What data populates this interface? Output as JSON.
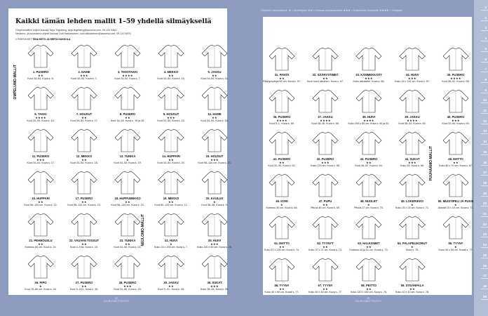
{
  "left": {
    "title": "Kaikki tämän lehden mallit 1–59 yhdellä silmäyksellä",
    "sub1": "Ompelumallien ohjeet kokoaa Tarja Tegelberg, tarja.tegelberg@sanoma.com, 09-120 5464.",
    "sub2": "Neulomo- ja puuhaamo-ohjeet kokoaa Outi Hakkarainen, outi.hakkarainen@sanoma.com, 09-120 5876.",
    "credit_label": "// PIIRROKSET",
    "credit_names": "TIINA KETO JA HEETA KUKKOLA",
    "section_sewing": "OMPELUMO-MALLIT",
    "section_knitting": "NEULOMO-MALLIT",
    "page_number": "52",
    "footer": "SUURI KÄSITYÖLEHTI"
  },
  "right": {
    "levels": "Ohjeiden vaikeustasot: ★ = Aloittelijalle ★★ = Hieman harrastaneelle ★★★ = Kokeneelle neulojalle ★★★★ = Taitajalle",
    "section_crafts": "PUUHAAMO-MALLIT",
    "page_number": "53",
    "footer": "SUURI KÄSITYÖLEHTI"
  },
  "ruler": [
    "1",
    "2",
    "3",
    "4",
    "5",
    "6",
    "7",
    "8",
    "9",
    "10",
    "11",
    "12",
    "13",
    "14",
    "15",
    "16",
    "17",
    "18",
    "19",
    "20",
    "21",
    "22",
    "23",
    "24",
    "25",
    "26",
    "27",
    "28",
    "29"
  ],
  "items_left": [
    {
      "name": "1. PUSERO",
      "stars": "★★",
      "desc": "Koot 34–54. Kuva s. 8."
    },
    {
      "name": "2. HAME",
      "stars": "★★★",
      "desc": "Koot 34–54. Kuva s. 7."
    },
    {
      "name": "3. TIKKITAKKI",
      "stars": "★★★★",
      "desc": "Koot 34–54. Kuva s. 7."
    },
    {
      "name": "4. MEKKO",
      "stars": "★★",
      "desc": "Koot 34–54. Kuva s. 14."
    },
    {
      "name": "5. JAKKU",
      "stars": "★★",
      "desc": "Koot 34–54. Kuva s. 14."
    },
    {
      "name": "6. TAKKI",
      "stars": "★★★★",
      "desc": "Koot 34–54. Kuva s. 16."
    },
    {
      "name": "7. HOUSUT",
      "stars": "★★",
      "desc": "Koot 34–54. Kuva s. 17."
    },
    {
      "name": "8. PUSERO",
      "stars": "★★",
      "desc": "Koot 34–54. Kuva s. 15 ja 16."
    },
    {
      "name": "9. HOUSUT",
      "stars": "★★★",
      "desc": "Koot 34–54. Kuva s. 15."
    },
    {
      "name": "10. HAME",
      "stars": "★★",
      "desc": "Koot 34–54. Kuva s. 16."
    },
    {
      "name": "11. PUSERO",
      "stars": "★★★",
      "desc": "Koot 34–54. Kuva s. 17."
    },
    {
      "name": "12. MEKKO",
      "stars": "★★",
      "desc": "Koot 34–54. Kuva s. 18."
    },
    {
      "name": "13. TUNIKA",
      "stars": "★",
      "desc": "Koot 34–54. Kuva s. 19."
    },
    {
      "name": "14. HUPPARI",
      "stars": "★★",
      "desc": "Koot 34–54. Kuva s. 20."
    },
    {
      "name": "15. HOUSUT",
      "stars": "★★★",
      "desc": "Koot 98–134 cm. Kuva s. 23."
    },
    {
      "name": "16. HUPPARI",
      "stars": "★★",
      "desc": "Koot 98–134 cm. Kuva s. 22."
    },
    {
      "name": "17. PUSERO",
      "stars": "★★",
      "desc": "Koot 98–134 cm. Kuva s. 23."
    },
    {
      "name": "18. HUPPUMEKKO",
      "stars": "★★",
      "desc": "Koot 98–134 cm. Kuva s. 23."
    },
    {
      "name": "19. MEKKO",
      "stars": "★★",
      "desc": "Koot 80–120 cm. Kuva s. 12."
    },
    {
      "name": "20. KAULUS",
      "stars": "★",
      "desc": "Koot 36–38. Kuva s. 9."
    },
    {
      "name": "21. PEHMOLELU",
      "stars": "★★",
      "desc": "Korkeus 60 cm. Kuva s. 24."
    },
    {
      "name": "22. VAUVAN TOSSUT",
      "stars": "★★",
      "desc": "Koot 4–9 kk. Kuva s. 10."
    },
    {
      "name": "23. TUNIKA",
      "stars": "★★",
      "desc": "Koot 34–54. Kuva s. 21."
    },
    {
      "name": "24. HUIVI",
      "stars": "★",
      "desc": "Koko 15 x 203 cm. Kuva s. 7."
    },
    {
      "name": "25. HUIVI",
      "stars": "★★★",
      "desc": "Koko 140 x 60 cm. Kuva s. 25."
    },
    {
      "name": "26. PIPO",
      "stars": "★",
      "desc": "Koot 70–80 cm. Kuva s. 26."
    },
    {
      "name": "27. PUSERO",
      "stars": "★★",
      "desc": "Koot S–XXL. Kuva s. 30."
    },
    {
      "name": "28. PUSERO",
      "stars": "★★★",
      "desc": "Koot 32–50. Kuva s. 29."
    },
    {
      "name": "29. JAKKU",
      "stars": "★★",
      "desc": "Koot S–XL. Kuva s. 28."
    },
    {
      "name": "30. SUKAT",
      "stars": "★★★",
      "desc": "Koko 38–44. Kuva s. 55."
    }
  ],
  "items_right": [
    {
      "name": "31. PANTA",
      "stars": "★★",
      "desc": "Päänympärys 52 cm. Kuva s. 57."
    },
    {
      "name": "32. SÄÄRYSTIMET",
      "stars": "★★",
      "desc": "Koot nuori aikuinen. Kuva s. 57."
    },
    {
      "name": "33. KÄMMEKKÄÄT",
      "stars": "★★★",
      "desc": "Koko aikuiselle. Kuva s. 56."
    },
    {
      "name": "34. HUIVI",
      "stars": "★★★",
      "desc": "Koko 15 x 192 cm. Kuva s. 57."
    },
    {
      "name": "35. PUSERO",
      "stars": "★★★★",
      "desc": "Koot 36–42. Kuva s. 58."
    },
    {
      "name": "36. PUSERO",
      "stars": "★★★★",
      "desc": "Koot S–L. Kuva s. 59."
    },
    {
      "name": "37. JAKKU",
      "stars": "★★★★",
      "desc": "Koot 38–46. Kuva s. 58."
    },
    {
      "name": "38. HUIVI",
      "stars": "★★★★",
      "desc": "Koko 200 x 80 cm. Kuva s. 60 ja 61."
    },
    {
      "name": "39. JAKKU",
      "stars": "★★★★",
      "desc": "Koot 38–44. Kuva s. 60."
    },
    {
      "name": "40. PUSERO",
      "stars": "★★★",
      "desc": "Koot 32–50. Kuva s. 63."
    },
    {
      "name": "41. PUSERO",
      "stars": "★★",
      "desc": "Koot 32–50. Kuva s. 62."
    },
    {
      "name": "42. PUSERO",
      "stars": "★★★",
      "desc": "Koko 120 cm. Kuva s. 65."
    },
    {
      "name": "43. PUSERO",
      "stars": "★★",
      "desc": "Koot 46–52. Kuva s. 64."
    },
    {
      "name": "44. SUKAT",
      "stars": "★★★",
      "desc": "Koko 39. Kuva s. 66."
    },
    {
      "name": "45. MATTO",
      "stars": "★★",
      "desc": "Koko 80 x 70 cm. Kuva s. 67."
    },
    {
      "name": "46. KORI",
      "stars": "★",
      "desc": "Korkeus 30 cm. Kuva s. 68."
    },
    {
      "name": "47. PUPU",
      "stars": "★★",
      "desc": "Pituus 45 cm. Kuva s. 69."
    },
    {
      "name": "48. NUOLET",
      "stars": "★",
      "desc": "Pituus 27 cm. Kuva s. 70."
    },
    {
      "name": "49. LOKERIKKO",
      "stars": "★",
      "desc": "Koko 25 x 25 cm. Kuva s. 71."
    },
    {
      "name": "50. MUISTIPELI JA PUSSI",
      "stars": "★",
      "desc": "Alustat 10 x 10 cm. Kuva s. 71."
    },
    {
      "name": "51. MATTO",
      "stars": "★★",
      "desc": "Koko 57 x 225 cm. Kuva s. 74."
    },
    {
      "name": "52. TYYNYT",
      "stars": "★★",
      "desc": "Koko 37 x 37 cm. Kuva s. 72."
    },
    {
      "name": "53. HALKISMET",
      "stars": "★★",
      "desc": "Korkeus 42 ja 51 cm. Kuvat s. 73."
    },
    {
      "name": "54. PALAPELIKORUT",
      "stars": "★",
      "desc": "Kuva s. 75."
    },
    {
      "name": "55. TYYNY",
      "stars": "★",
      "desc": "Koko 40 x 60 cm. Kuvat s. 77."
    },
    {
      "name": "56. TYYNY",
      "stars": "★★",
      "desc": "Koko 40 x 60 cm. Kuvat s. 77."
    },
    {
      "name": "57. TYYNY",
      "stars": "★★",
      "desc": "Koko 40 x 40 cm. Kuva s. 77."
    },
    {
      "name": "58. PEITTO",
      "stars": "★★",
      "desc": "Koko 120 x 150 cm. Kuva s. 76."
    },
    {
      "name": "59. SYDÄNPALA",
      "stars": "★★",
      "desc": "Koko 10 x 10 cm. Kuva s. 78."
    }
  ]
}
